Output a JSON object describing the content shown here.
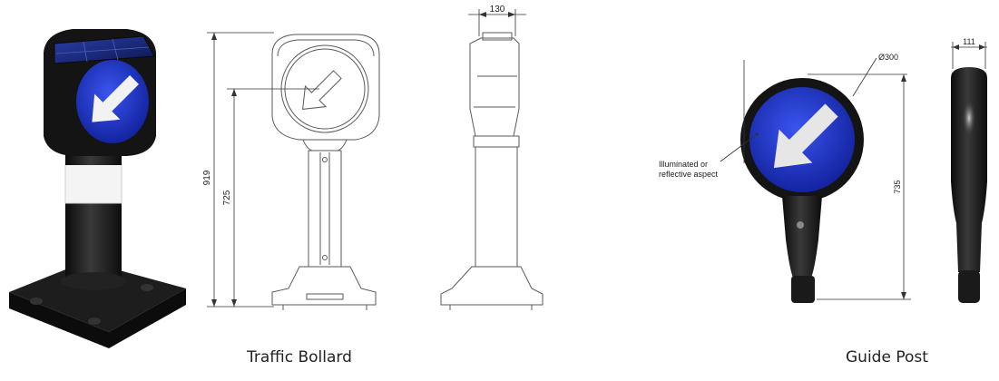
{
  "bollard": {
    "caption": "Traffic Bollard",
    "dim_width": "130",
    "dim_total_height": "919",
    "dim_post_height": "725"
  },
  "guide_post": {
    "caption": "Guide Post",
    "dim_diameter": "Ø300",
    "dim_height": "735",
    "dim_width": "111",
    "aspect_label_line1": "Illuminated or",
    "aspect_label_line2": "reflective aspect"
  },
  "colors": {
    "sign_blue": "#1f34c8",
    "arrow_white": "#f2f2f2",
    "body_black": "#161616",
    "drawing_line": "#5a5a5a",
    "dimension_line": "#333333"
  }
}
